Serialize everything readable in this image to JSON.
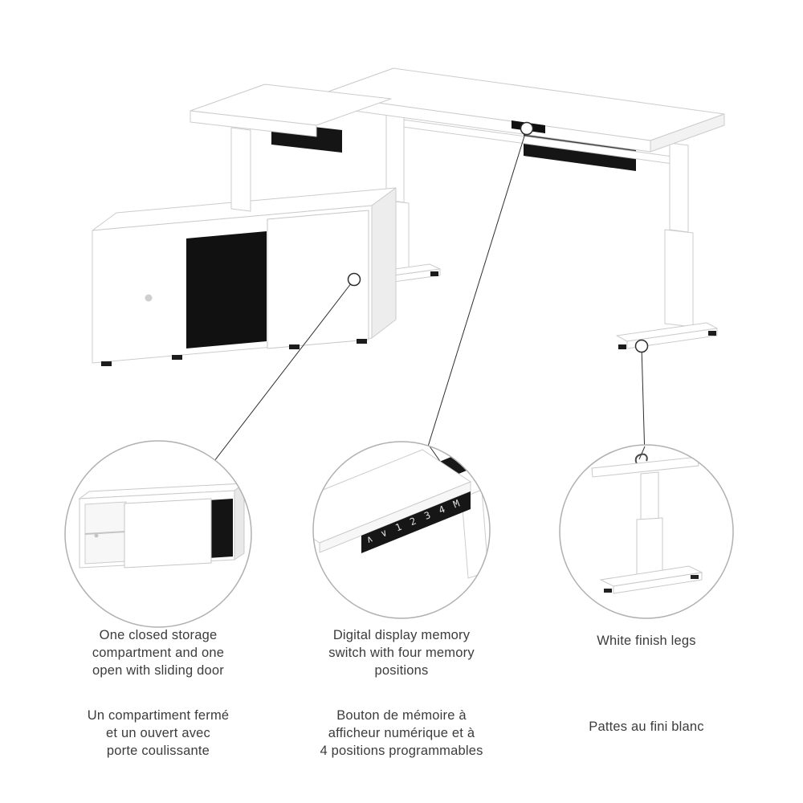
{
  "illustration": {
    "display_text": "∧ ∨ 1 2 3 4 M"
  },
  "callouts": [
    {
      "id": "storage",
      "en": "One closed storage\ncompartment and one\nopen with sliding door",
      "fr": "Un compartiment fermé\net un ouvert avec\nporte coulissante"
    },
    {
      "id": "memory-switch",
      "en": "Digital display memory\nswitch with four memory\npositions",
      "fr": "Bouton de mémoire à\nafficheur numérique et à\n4 positions programmables"
    },
    {
      "id": "legs",
      "en": "White finish legs",
      "fr": "Pattes au fini blanc"
    }
  ],
  "colors": {
    "outline": "#cccccc",
    "dark_fill": "#151515",
    "leader_line": "#2e2e2e",
    "circle_stroke": "#b0b0b0",
    "text": "#3c3c3c"
  }
}
